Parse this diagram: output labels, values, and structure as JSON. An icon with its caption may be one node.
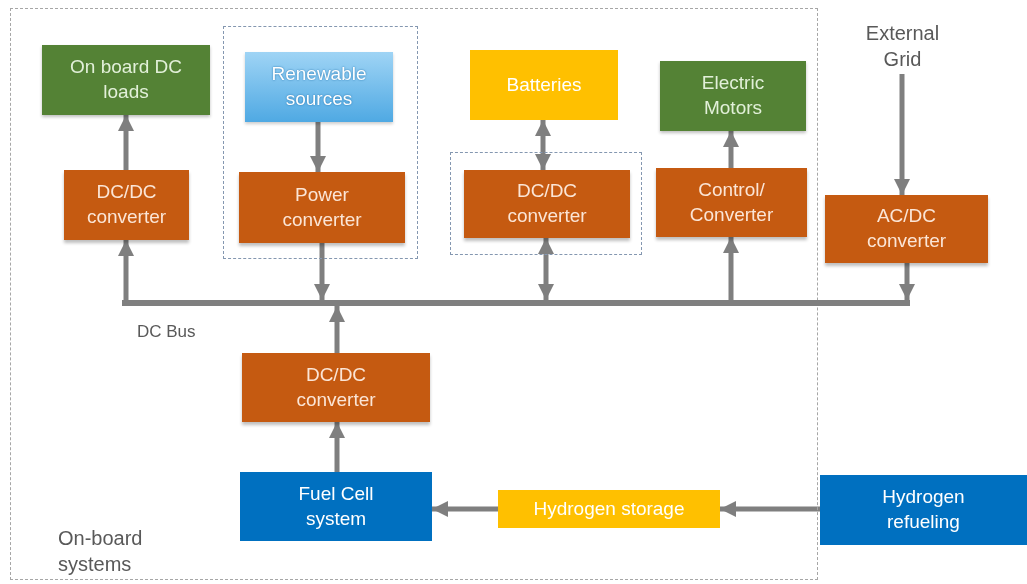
{
  "diagram": {
    "nodes": [
      {
        "text": [
          "On-board systems"
        ]
      },
      {
        "text": [
          "On board DC loads"
        ],
        "in": 0
      },
      {
        "text": [],
        "shape": "box",
        "in": 0
      },
      {
        "text": [
          "Renewable sources"
        ],
        "in": 2
      },
      {
        "text": [
          "Batteries"
        ],
        "in": 0
      },
      {
        "text": [
          "Electric Motors"
        ],
        "in": 0
      },
      {
        "text": [
          "External Grid"
        ]
      },
      {
        "text": [
          "DC/DC converter"
        ],
        "in": 0
      },
      {
        "text": [
          "Power converter"
        ],
        "in": 2
      },
      {
        "text": [],
        "shape": "box",
        "in": 0
      },
      {
        "text": [
          "DC/DC converter"
        ],
        "in": 9
      },
      {
        "text": [
          "Control/ Converter"
        ],
        "in": 0
      },
      {
        "text": [
          "AC/DC converter"
        ]
      },
      {
        "text": [],
        "shape": "bar",
        "beside": [
          "DC Bus"
        ]
      },
      {
        "text": [
          "DC/DC converter"
        ],
        "in": 0
      },
      {
        "text": [
          "Fuel Cell system"
        ],
        "in": 0
      },
      {
        "text": [
          "Hydrogen storage"
        ],
        "in": 0
      },
      {
        "text": [
          "Hydrogen refueling"
        ]
      }
    ],
    "edges": [
      {
        "from": 7,
        "to": 1,
        "arrow": "to"
      },
      {
        "from": 3,
        "to": 8,
        "arrow": "to"
      },
      {
        "from": 4,
        "to": 10,
        "arrow": "both"
      },
      {
        "from": 11,
        "to": 5,
        "arrow": "to"
      },
      {
        "from": 6,
        "to": 12,
        "arrow": "to"
      },
      {
        "from": 13,
        "to": 7,
        "arrow": "to"
      },
      {
        "from": 8,
        "to": 13,
        "arrow": "to"
      },
      {
        "from": 10,
        "to": 13,
        "arrow": "both"
      },
      {
        "from": 13,
        "to": 11,
        "arrow": "to"
      },
      {
        "from": 12,
        "to": 13,
        "arrow": "to"
      },
      {
        "from": 14,
        "to": 13,
        "arrow": "to"
      },
      {
        "from": 15,
        "to": 14,
        "arrow": "to"
      },
      {
        "from": 16,
        "to": 15,
        "arrow": "to"
      },
      {
        "from": 17,
        "to": 16,
        "arrow": "to"
      }
    ]
  }
}
